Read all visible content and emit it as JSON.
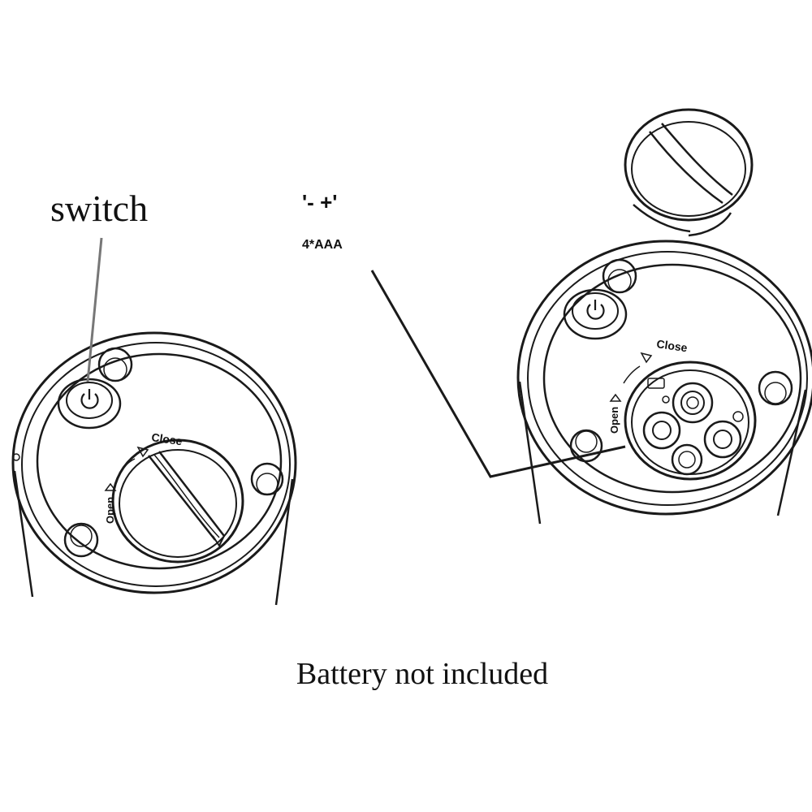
{
  "labels": {
    "switch": "switch",
    "polarity": "'-  +'",
    "battery_spec": "4*AAA",
    "footer": "Battery not included",
    "open_left": "Open",
    "close_left": "Close",
    "open_right": "Open",
    "close_right": "Close"
  },
  "colors": {
    "line": "#1a1a1a",
    "leader_switch": "#777777",
    "background": "#ffffff"
  }
}
